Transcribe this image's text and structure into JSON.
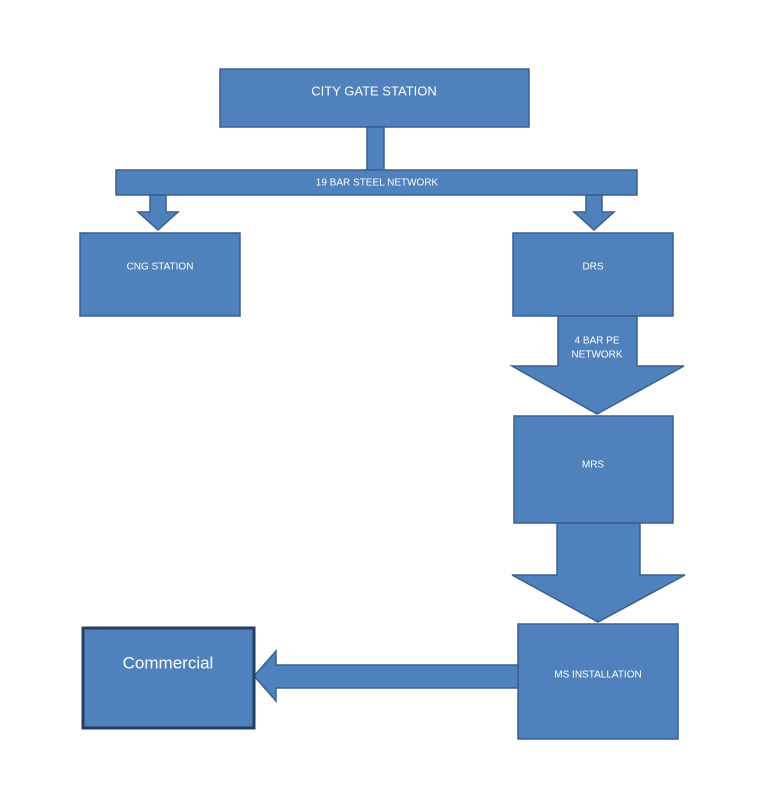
{
  "colors": {
    "fill": "#4f81bd",
    "stroke": "#3a5f8f",
    "text": "#ffffff"
  },
  "nodes": {
    "city_gate": "CITY GATE STATION",
    "steel_network": "19 BAR STEEL NETWORK",
    "cng": "CNG STATION",
    "drs": "DRS",
    "pe_network_line1": "4 BAR PE",
    "pe_network_line2": "NETWORK",
    "mrs": "MRS",
    "ms_installation": "MS INSTALLATION",
    "commercial": "Commercial"
  }
}
